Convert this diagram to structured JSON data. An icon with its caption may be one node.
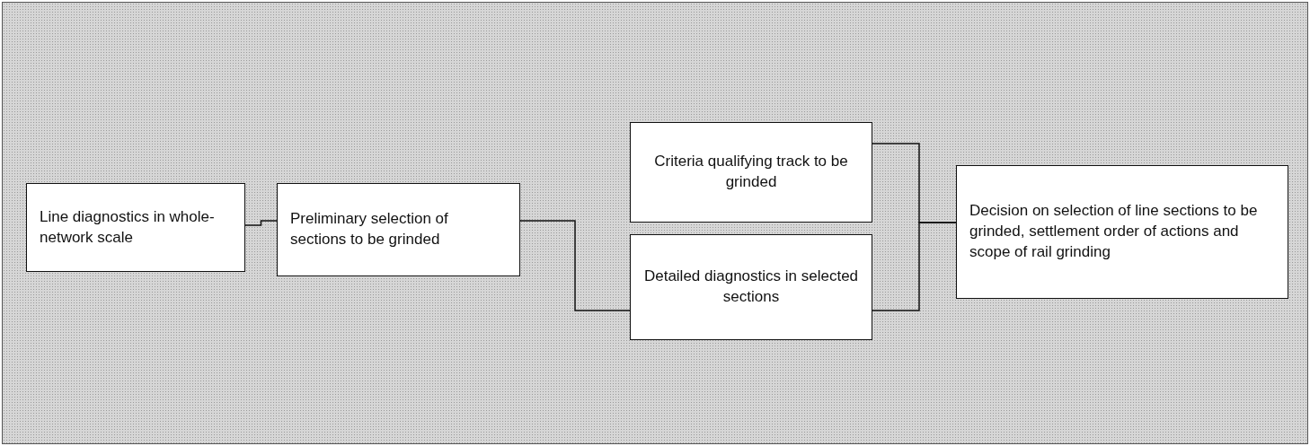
{
  "diagram": {
    "nodes": [
      {
        "text": [
          "Line diagnostics in whole-network scale"
        ]
      },
      {
        "text": [
          "Preliminary selection of sections to be grinded"
        ]
      },
      {
        "text": [
          "Criteria qualifying track to be grinded"
        ]
      },
      {
        "text": [
          "Detailed diagnostics in selected sections"
        ]
      },
      {
        "text": [
          "Decision on selection of line sections to be grinded, settlement order of actions and scope of rail grinding"
        ]
      }
    ],
    "edges": [
      {
        "from": 0,
        "to": 1,
        "arrow": "none"
      },
      {
        "from": 1,
        "to": 3,
        "arrow": "none"
      },
      {
        "from": 2,
        "to": 4,
        "arrow": "none"
      },
      {
        "from": 3,
        "to": 4,
        "arrow": "none"
      }
    ]
  }
}
